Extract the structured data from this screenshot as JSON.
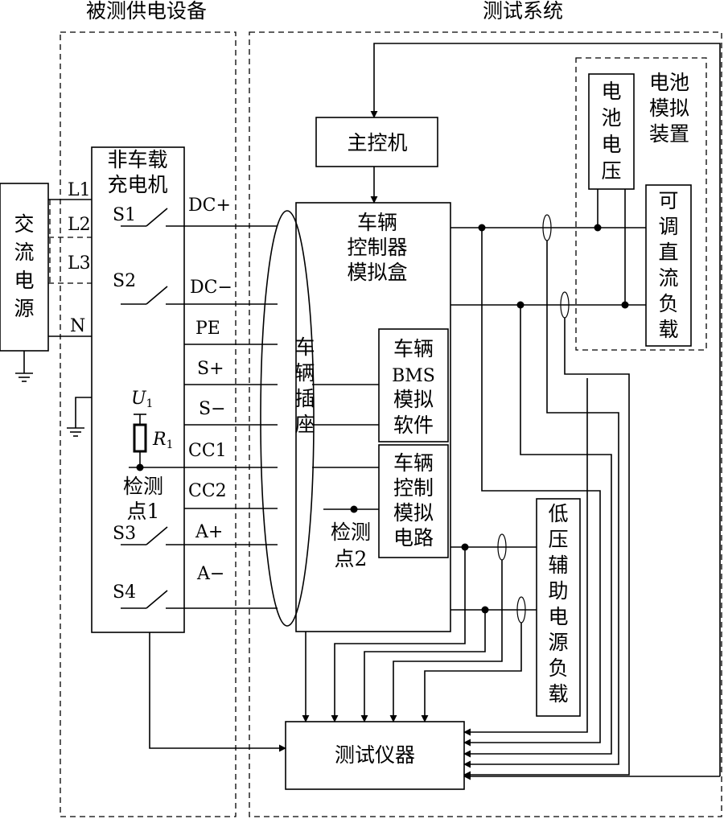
{
  "regions": {
    "left_title": "被测供电设备",
    "right_title": "测试系统"
  },
  "ac_source": [
    "交",
    "流",
    "电",
    "源"
  ],
  "ac_lines": [
    "L1",
    "L2",
    "L3",
    "N"
  ],
  "charger": [
    "非车载",
    "充电机"
  ],
  "switches": [
    "S1",
    "S2",
    "S3",
    "S4"
  ],
  "resistor": {
    "u": "U",
    "u_sub": "1",
    "r": "R",
    "r_sub": "1"
  },
  "check_point1": [
    "检测",
    "点1"
  ],
  "check_point2": [
    "检测",
    "点2"
  ],
  "terminals": [
    "DC+",
    "DC−",
    "PE",
    "S+",
    "S−",
    "CC1",
    "CC2",
    "A+",
    "A−"
  ],
  "socket": [
    "车",
    "辆",
    "插",
    "座"
  ],
  "main_control": "主控机",
  "vehicle_controller": [
    "车辆",
    "控制器",
    "模拟盒"
  ],
  "bms": [
    "车辆",
    "BMS",
    "模拟",
    "软件"
  ],
  "control_circuit": [
    "车辆",
    "控制",
    "模拟",
    "电路"
  ],
  "battery_sim": [
    "电池",
    "模拟",
    "装置"
  ],
  "battery_voltage": [
    "电",
    "池",
    "电",
    "压"
  ],
  "dc_load": [
    "可",
    "调",
    "直",
    "流",
    "负",
    "载"
  ],
  "aux_load": [
    "低",
    "压",
    "辅",
    "助",
    "电",
    "源",
    "负",
    "载"
  ],
  "instrument": "测试仪器"
}
